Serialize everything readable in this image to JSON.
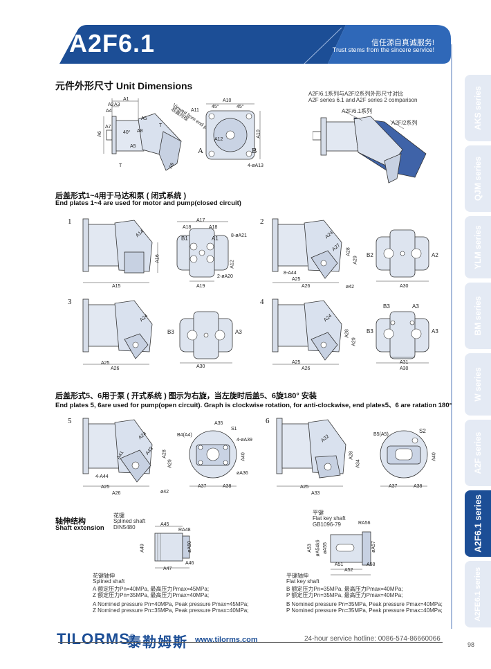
{
  "header": {
    "model": "A2F6.1",
    "slogan_cn": "信任源自真诚服务!",
    "slogan_en": "Trust stems from the sincere service!",
    "brand_color": "#1c4e96"
  },
  "side_tabs": [
    {
      "label": "AKS series",
      "active": false
    },
    {
      "label": "QJM series",
      "active": false
    },
    {
      "label": "YLM series",
      "active": false
    },
    {
      "label": "BM series",
      "active": false
    },
    {
      "label": "W series",
      "active": false
    },
    {
      "label": "A2F series",
      "active": false
    },
    {
      "label": "A2F6.1 series",
      "active": true
    },
    {
      "label": "A2FE6.1 series",
      "active": false
    }
  ],
  "unit_dimensions": {
    "title": "元件外形尺寸 Unit Dimensions",
    "labels": {
      "a1": "A1",
      "a2": "A2",
      "a3": "A3",
      "a4": "A4",
      "a5": "A5",
      "a6": "A6",
      "a7": "A7",
      "a8": "A8",
      "a9": "A9",
      "a10": "A10",
      "a11": "A11",
      "a12": "A12",
      "a13": "4-øA13",
      "a5b": "A5",
      "deg40": "40°",
      "deg45a": "45°",
      "deg45b": "45°",
      "T1": "T",
      "T2": "T",
      "A": "A",
      "B": "B",
      "viewed": "Viewed from end plate",
      "bandd": "后盖向视"
    },
    "comparison_cn": "A2F/6.1系列与A2F/2系列外形尺寸对比",
    "comparison_en": "A2F series 6.1 and A2F series 2 comparison",
    "label_61": "A2F/6.1系列",
    "label_2": "A2F/2系列"
  },
  "closed_circuit": {
    "title_cn": "后盖形式1~4用于马达和泵 ( 闭式系统 )",
    "title_en": "End plates 1~4 are used for motor and pump(closed circuit)",
    "plates": [
      {
        "no": "1",
        "labels": {
          "a14": "A14",
          "a15": "A15",
          "a16": "A16",
          "a17": "A17",
          "a18a": "A18",
          "a18b": "A18",
          "b1": "B1",
          "a1": "A1",
          "a19": "A19",
          "a12": "A12",
          "a20": "2-øA20",
          "a21": "8-øA21"
        }
      },
      {
        "no": "2",
        "labels": {
          "a24": "A24",
          "a25": "A25",
          "a26": "A26",
          "a27": "A27",
          "a28": "A28",
          "a29": "A29",
          "a44": "8-A44",
          "a42": "ø42",
          "a30": "A30",
          "b2": "B2",
          "a2": "A2"
        }
      },
      {
        "no": "3",
        "labels": {
          "a24": "A24",
          "a25": "A25",
          "a26": "A26",
          "a30": "A30",
          "b3": "B3",
          "a3": "A3"
        }
      },
      {
        "no": "4",
        "labels": {
          "a24": "A24",
          "a28": "A28",
          "a29": "A29",
          "a25": "A25",
          "a26": "A26",
          "a31": "A31",
          "a30": "A30",
          "b3a": "B3",
          "a3a": "A3",
          "b3b": "B3",
          "a3b": "A3"
        }
      }
    ]
  },
  "open_circuit": {
    "title_cn": "后盖形式5、6用于泵 ( 开式系统 ) 图示为右旋，当左旋时后盖5、6旋180° 安装",
    "title_en": "End plates 5, 6are used for pump(open circuit). Graph is clockwise rotation, for anti-clockwise, end plates5、6 are ratation 180°",
    "plates": [
      {
        "no": "5",
        "labels": {
          "a24": "A24",
          "a41": "A41",
          "a43": "A43",
          "a28": "A28",
          "a29": "A29",
          "a44": "4-A44",
          "a25": "A25",
          "a26": "A26",
          "a42": "ø42",
          "b4": "B4(A4)",
          "a35": "A35",
          "s1": "S1",
          "a39": "4-øA39",
          "a40": "A40",
          "a36": "øA36",
          "a37": "A37",
          "a38": "A38"
        }
      },
      {
        "no": "6",
        "labels": {
          "a32": "A32",
          "a28": "A28",
          "a34": "A34",
          "a25": "A25",
          "a33": "A33",
          "b5": "B5(A5)",
          "s2": "S2",
          "a40": "A40",
          "a37": "A37",
          "a38": "A38"
        }
      }
    ]
  },
  "shaft": {
    "title_cn": "轴伸结构",
    "title_en": "Shaft extension",
    "splined": {
      "tag_cn": "花键",
      "tag_en": "Splined shaft",
      "standard": "DIN5480",
      "labels": {
        "a45": "A45",
        "a48": "RA48",
        "a49": "A49",
        "a50": "øA50",
        "a46": "A46",
        "a47": "A47"
      },
      "caption_cn": "花键轴伸",
      "caption_en": "Splined shaft",
      "notes": [
        "A 额定压力Pn=40MPa, 最高压力Pmax=45MPa;",
        "Z 额定压力Pn=35MPa, 最高压力Pmax=40MPa;",
        "A Nomined pressure Pn=40MPa, Peak pressure Pmax=45MPa;",
        "Z Nomined pressure Pn=35MPa, Peak pressure Pmax=40MPa;"
      ]
    },
    "flat": {
      "tag_cn": "平键",
      "tag_en": "Flat key shaft",
      "standard": "GB1096-79",
      "labels": {
        "a56": "RA56",
        "a53": "A53",
        "a54": "øA54k6",
        "a55": "øA55",
        "a57": "øA57",
        "a51": "A51",
        "a58": "A58",
        "a52": "A52"
      },
      "caption_cn": "平键轴伸",
      "caption_en": "Flat key shaft",
      "notes": [
        "B 额定压力Pn=35MPa, 最高压力Pmax=40MPa;",
        "P 额定压力Pn=35MPa, 最高压力Pmax=40MPa;",
        "B Nomined pressure Pn=35MPa, Peak pressure Pmax=40MPa;",
        "P Nomined pressure Pn=35MPa, Peak pressure Pmax=40MPa;"
      ]
    }
  },
  "footer": {
    "brand": "TILORMS",
    "registered": "®",
    "brand_cn": "泰勒姆斯",
    "website": "www.tilorms.com",
    "hotline": "24-hour service hotline: 0086-574-86660066",
    "page": "98"
  }
}
